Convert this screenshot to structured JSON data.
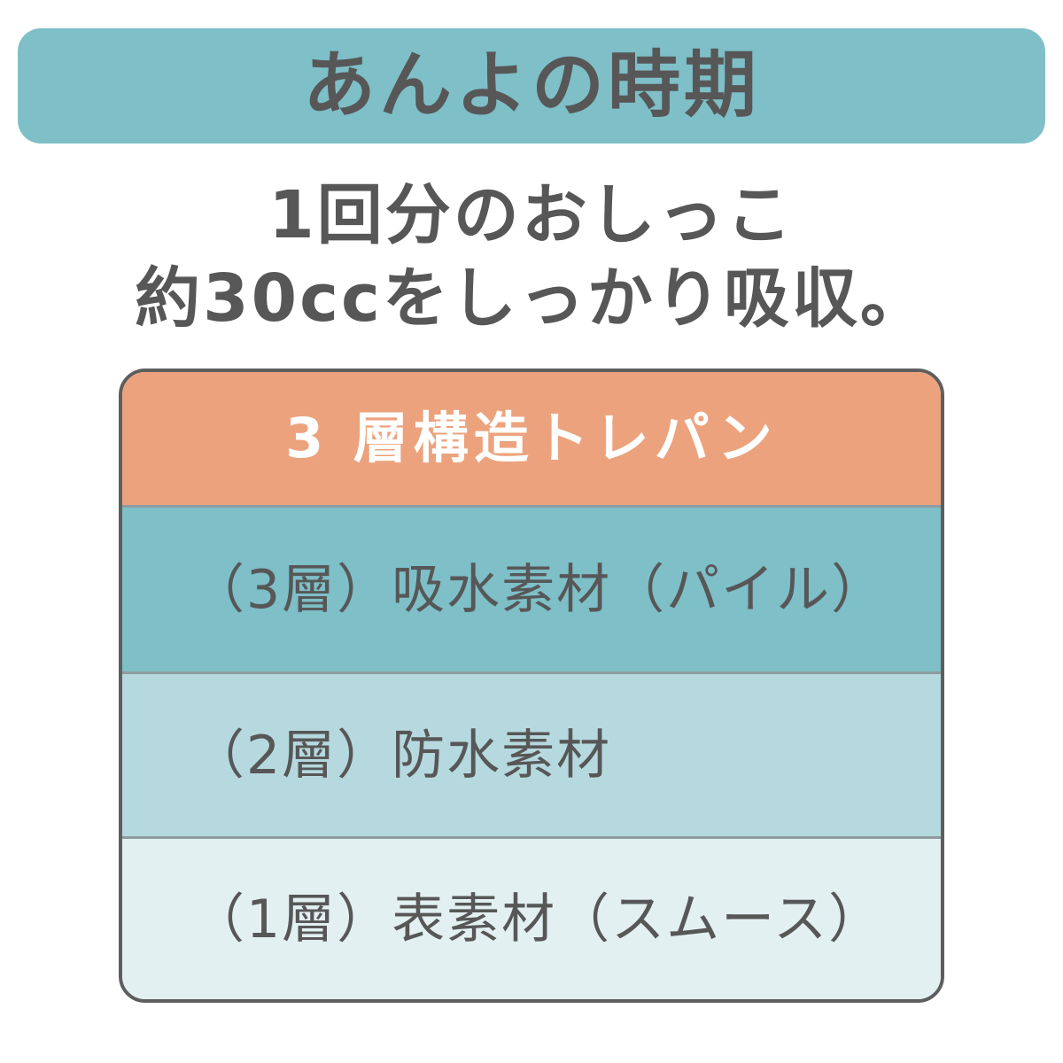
{
  "title": "あんよの時期",
  "subtitle": {
    "line1": "1回分のおしっこ",
    "line2": "約30ccをしっかり吸収。"
  },
  "structure": {
    "header": "3 層構造トレパン",
    "layers": [
      {
        "label": "（3層）吸水素材（パイル）"
      },
      {
        "label": "（2層）防水素材"
      },
      {
        "label": "（1層）表素材（スムース）"
      }
    ]
  },
  "colors": {
    "banner": "#7ebfc8",
    "header": "#eca37d",
    "layer3": "#7ebfc8",
    "layer2": "#b5d9de",
    "layer1": "#e3f0f2",
    "text": "#575757"
  }
}
